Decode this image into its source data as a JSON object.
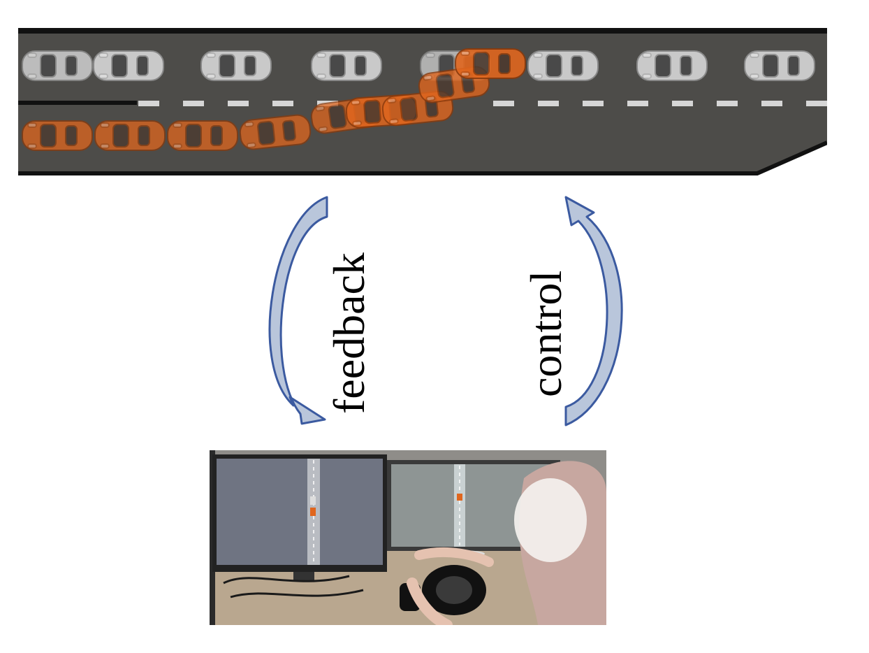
{
  "labels": {
    "feedback": "feedback",
    "control": "control"
  },
  "road_scene": {
    "road_color": "#4d4c49",
    "edge_color": "#111111",
    "lane_marking_color": "#d6d6d6",
    "parked_car_color": "#c9c9c9",
    "ego_car_color": "#e0661e"
  },
  "arrows": {
    "fill": "#b9c6db",
    "stroke": "#3b5aa0"
  },
  "photo": {
    "description_icon": "driving-simulator-photo"
  }
}
